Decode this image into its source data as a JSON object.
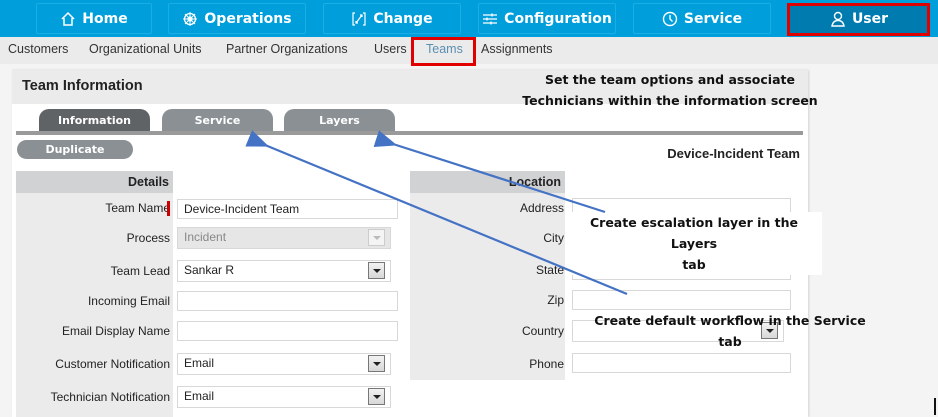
{
  "topnav": {
    "items": [
      {
        "label": "Home",
        "icon": "home-icon"
      },
      {
        "label": "Operations",
        "icon": "operations-icon"
      },
      {
        "label": "Change",
        "icon": "change-icon"
      },
      {
        "label": "Configuration",
        "icon": "configuration-icon"
      },
      {
        "label": "Service",
        "icon": "clock-icon"
      },
      {
        "label": "User",
        "icon": "user-icon",
        "active": true
      }
    ]
  },
  "subnav": {
    "items": [
      {
        "label": "Customers"
      },
      {
        "label": "Organizational Units"
      },
      {
        "label": "Partner Organizations"
      },
      {
        "label": "Users"
      },
      {
        "label": "Teams",
        "current": true
      },
      {
        "label": "Assignments"
      }
    ]
  },
  "panel": {
    "title": "Team Information",
    "tabs": [
      {
        "label": "Information",
        "active": true
      },
      {
        "label": "Service"
      },
      {
        "label": "Layers"
      }
    ],
    "duplicate_label": "Duplicate",
    "record_name": "Device-Incident Team",
    "details": {
      "heading": "Details",
      "fields": [
        {
          "label": "Team Name",
          "value": "Device-Incident Team",
          "type": "text",
          "required": true
        },
        {
          "label": "Process",
          "value": "Incident",
          "type": "select",
          "disabled": true
        },
        {
          "label": "Team Lead",
          "value": "Sankar R",
          "type": "select"
        },
        {
          "label": "Incoming Email",
          "value": "",
          "type": "text"
        },
        {
          "label": "Email Display Name",
          "value": "",
          "type": "text"
        },
        {
          "label": "Customer Notification",
          "value": "Email",
          "type": "select"
        },
        {
          "label": "Technician Notification",
          "value": "Email",
          "type": "select"
        }
      ]
    },
    "location": {
      "heading": "Location",
      "fields": [
        {
          "label": "Address",
          "value": "",
          "type": "text"
        },
        {
          "label": "City",
          "value": "",
          "type": "text"
        },
        {
          "label": "State",
          "value": "",
          "type": "text"
        },
        {
          "label": "Zip",
          "value": "",
          "type": "text"
        },
        {
          "label": "Country",
          "value": "",
          "type": "select"
        },
        {
          "label": "Phone",
          "value": "",
          "type": "text"
        }
      ]
    }
  },
  "annotations": {
    "info_note_line1": "Set the team options and associate",
    "info_note_line2": "Technicians within the information screen",
    "layers_note_line1": "Create escalation layer in the Layers",
    "layers_note_line2": "tab",
    "service_note_line1": "Create default workflow in the Service",
    "service_note_line2": "tab",
    "highlight_color": "#e00000",
    "arrow_color": "#4472c4"
  },
  "colors": {
    "nav_bg": "#009fdb",
    "nav_active": "#007bb0",
    "tab_active": "#5f6366",
    "tab_inactive": "#8a9093",
    "required_marker": "#cc0000"
  }
}
